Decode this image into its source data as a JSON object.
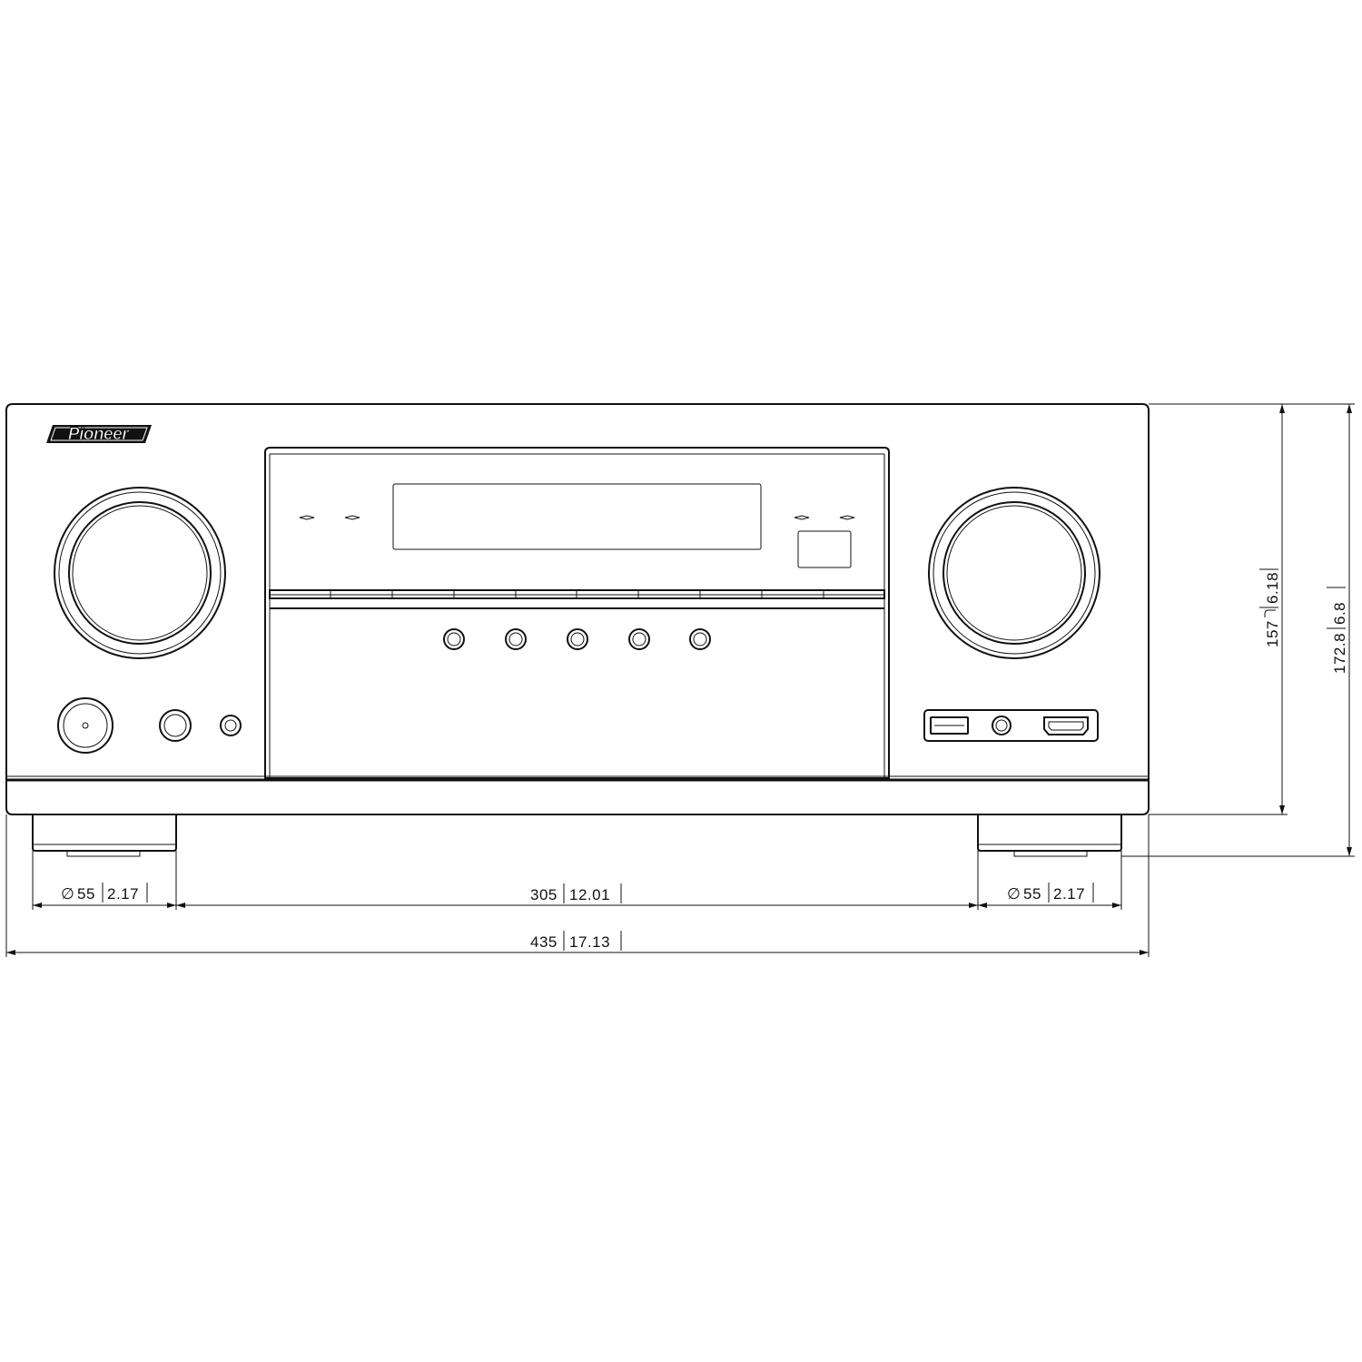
{
  "brand": {
    "logo_text": "Pioneer"
  },
  "dimensions": {
    "height_body": {
      "mm": "157",
      "inch": "6.18"
    },
    "height_total": {
      "mm": "172.8",
      "inch": "6.8"
    },
    "foot_diameter_left": {
      "symbol": "∅",
      "mm": "55",
      "inch": "2.17"
    },
    "foot_diameter_right": {
      "symbol": "∅",
      "mm": "55",
      "inch": "2.17"
    },
    "foot_spacing": {
      "mm": "305",
      "inch": "12.01"
    },
    "total_width": {
      "mm": "435",
      "inch": "17.13"
    }
  },
  "front_panel": {
    "center_buttons_count": 5,
    "left_jacks": [
      "headphone-jack",
      "mic-jack",
      "small-jack"
    ],
    "right_ports": [
      "usb-port",
      "aux-jack",
      "hdmi-port"
    ]
  }
}
